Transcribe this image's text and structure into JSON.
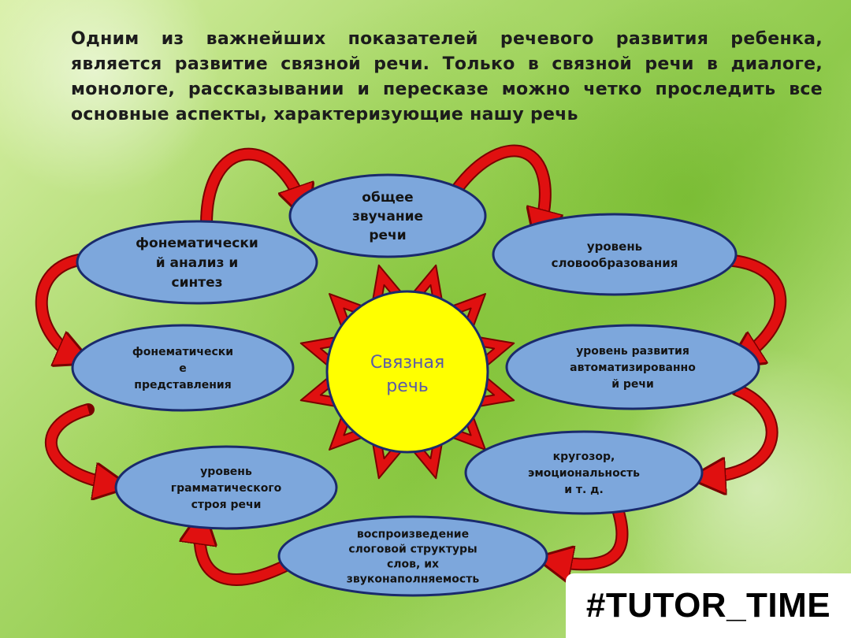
{
  "intro_text": "Одним из важнейших показателей речевого развития ребенка, является развитие связной речи. Только в связной речи в диалоге, монологе, рассказывании и пересказе можно четко проследить все основные аспекты, характеризующие нашу речь",
  "center": {
    "lines": [
      "Связная",
      "речь"
    ],
    "fill": "#ffff00",
    "text_color": "#5a5aa8"
  },
  "nodes": [
    {
      "id": "obshchee-zvuchanie",
      "lines": [
        "общее",
        "звучание",
        "речи"
      ]
    },
    {
      "id": "slovoobrazovanie",
      "lines": [
        "уровень",
        "словообразования"
      ]
    },
    {
      "id": "avtomatizirovannaya-rech",
      "lines": [
        "уровень развития",
        "автоматизированно",
        "й речи"
      ]
    },
    {
      "id": "krugozor",
      "lines": [
        "кругозор,",
        "эмоциональность",
        "и т. д."
      ]
    },
    {
      "id": "slogovaya-struktura",
      "lines": [
        "воспроизведение",
        "слоговой структуры",
        "слов,   их",
        "звуконаполняемость"
      ]
    },
    {
      "id": "grammaticheskiy-stroy",
      "lines": [
        "уровень",
        "грамматического",
        "строя речи"
      ]
    },
    {
      "id": "fonematicheskie-predstavleniya",
      "lines": [
        "фонематически",
        "е",
        "представления"
      ]
    },
    {
      "id": "fonematicheskiy-analiz",
      "lines": [
        "фонематически",
        "й анализ и",
        "синтез"
      ]
    }
  ],
  "colors": {
    "node_fill": "#7da7dc",
    "node_stroke": "#1a2a6c",
    "arrow": "#e01010",
    "arrow_stroke": "#7a0000"
  },
  "hashtag": "#TUTOR_TIME"
}
